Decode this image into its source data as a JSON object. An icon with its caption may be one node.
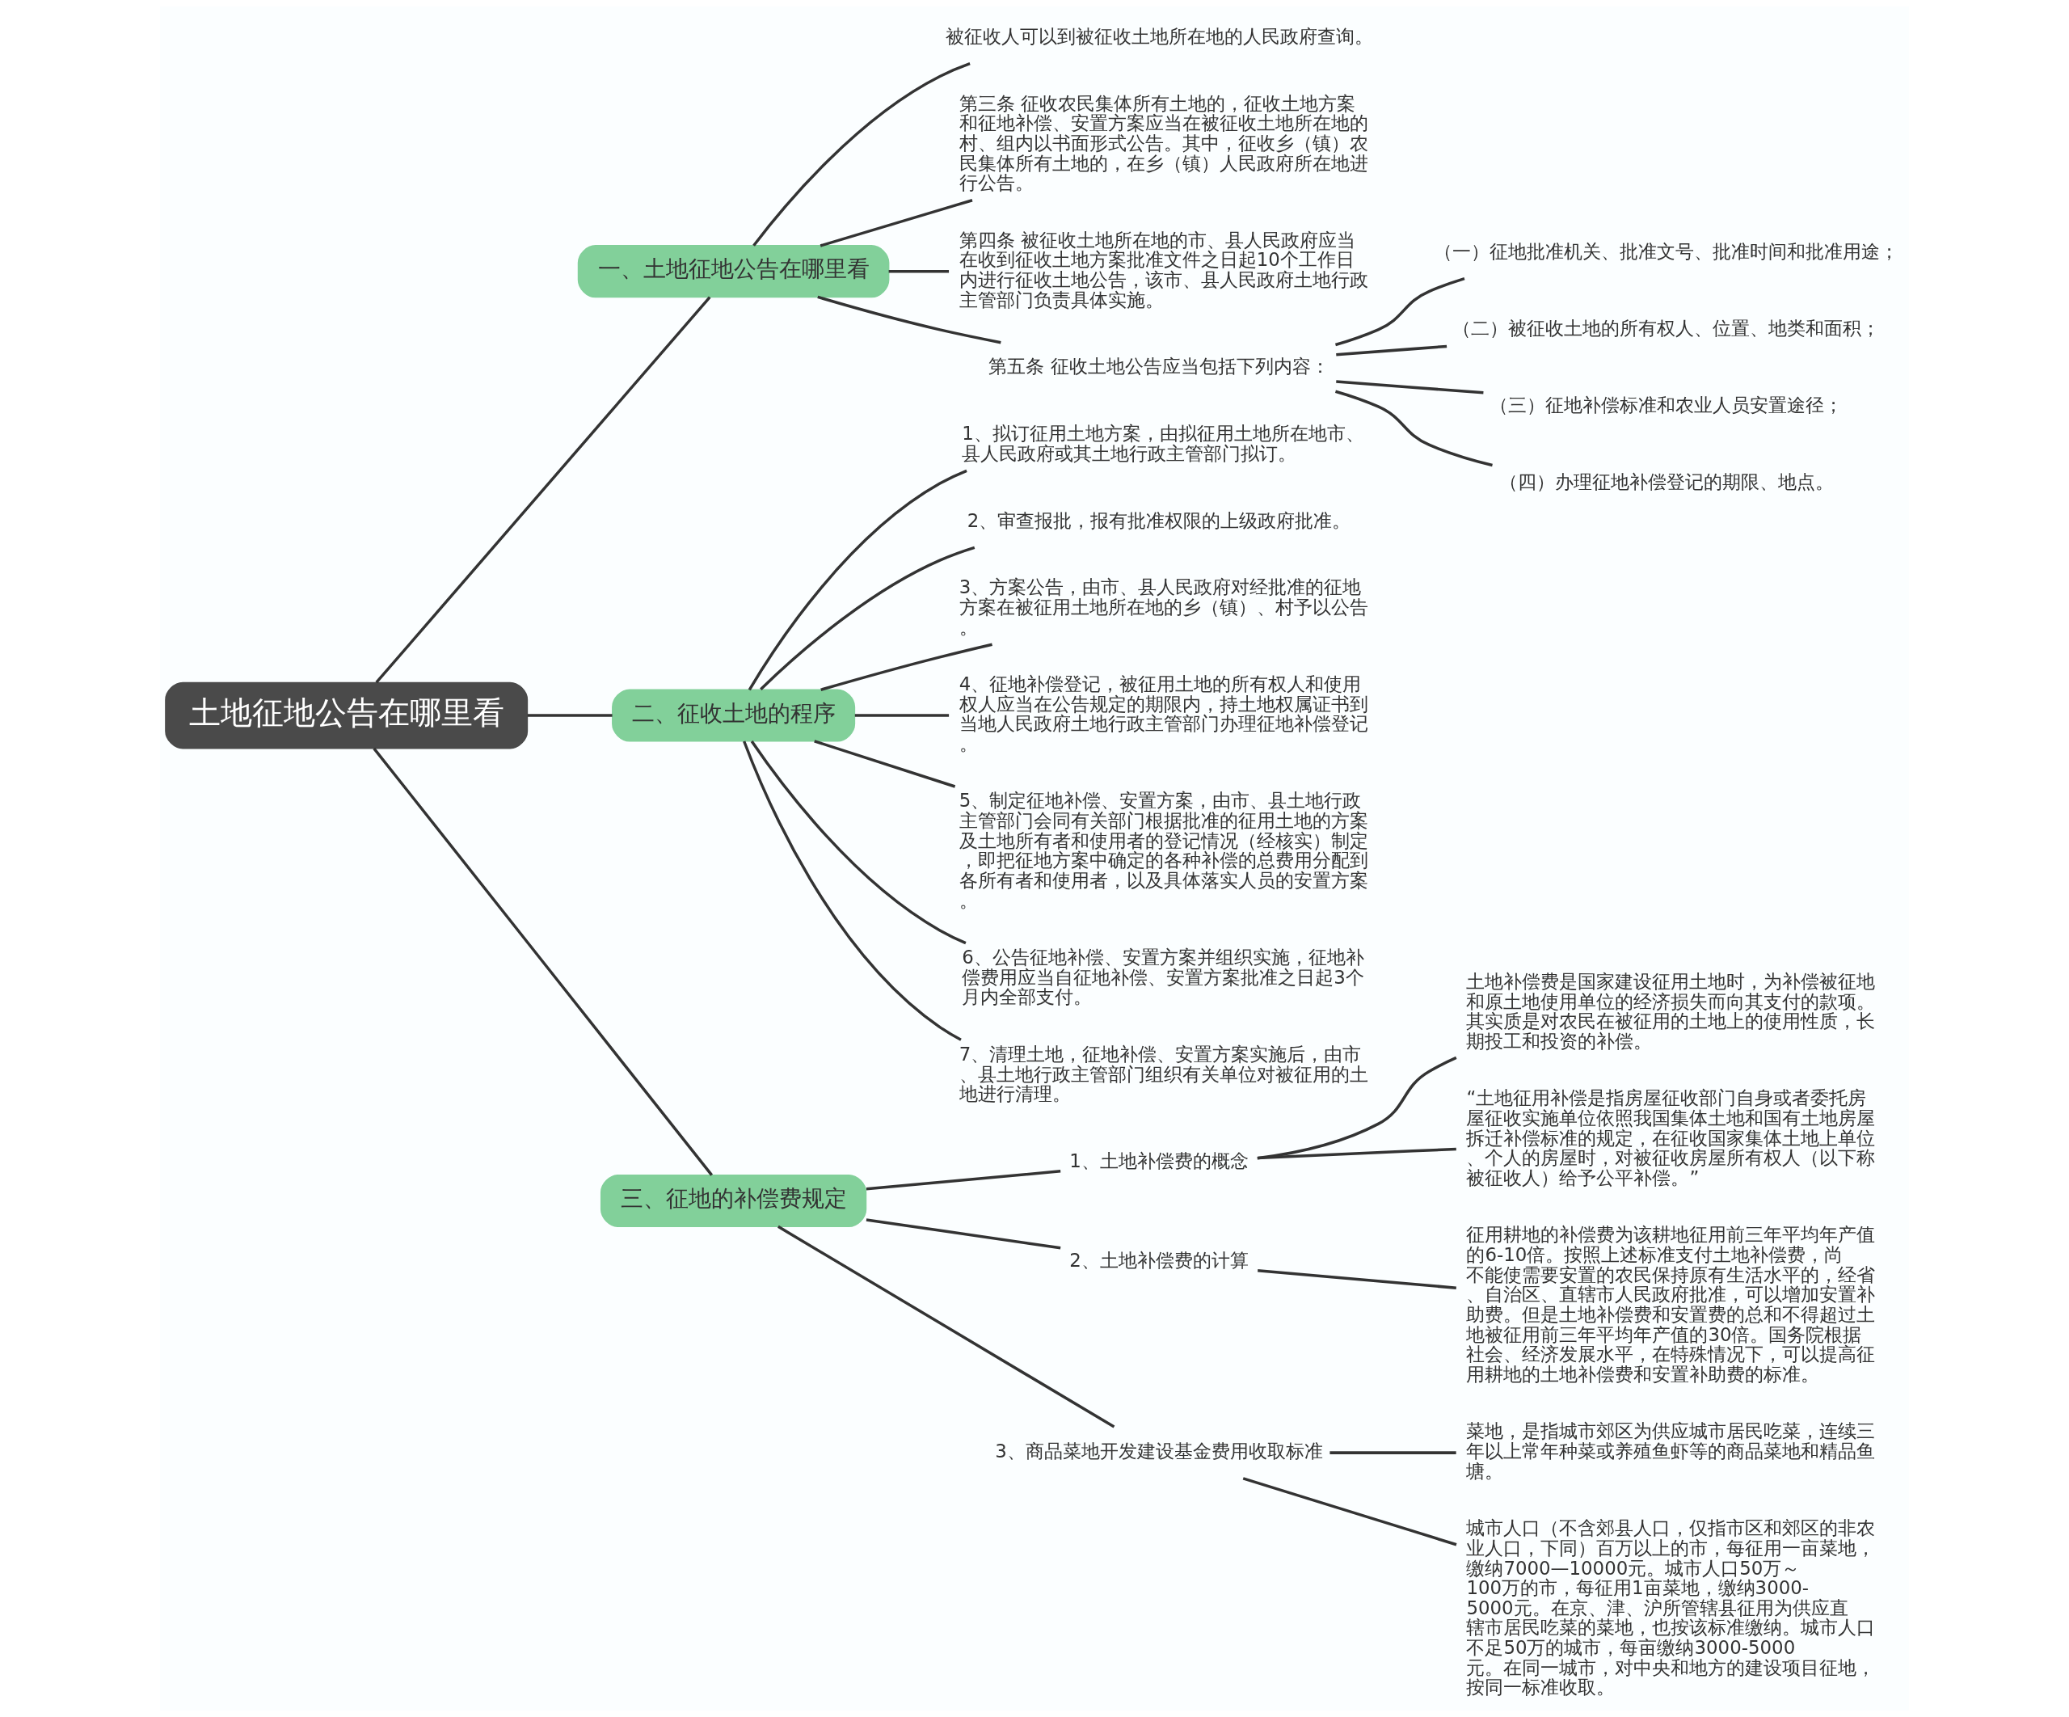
{
  "diagram": {
    "nodes": [
      {
        "text": [
          "土地征地公告在哪里看"
        ]
      },
      {
        "text": [
          "一、土地征地公告在哪里看"
        ]
      },
      {
        "text": [
          "被征收人可以到被征收土地所在地的人民政府查询。"
        ]
      },
      {
        "text": [
          "第三条 征收农民集体所有土地的，征收土地方案和征地补偿、安置方案应当在被征收土地所在地的村、组内以书面形式公告。其中，征收乡（镇）农民集体所有土地的，在乡（镇）人民政府所在地进行公告。"
        ]
      },
      {
        "text": [
          "第四条 被征收土地所在地的市、县人民政府应当在收到征收土地方案批准文件之日起10个工作日内进行征收土地公告，该市、县人民政府土地行政主管部门负责具体实施。"
        ]
      },
      {
        "text": [
          "第五条 征收土地公告应当包括下列内容："
        ]
      },
      {
        "text": [
          "（一）征地批准机关、批准文号、批准时间和批准用途；"
        ]
      },
      {
        "text": [
          "（二）被征收土地的所有权人、位置、地类和面积；"
        ]
      },
      {
        "text": [
          "（三）征地补偿标准和农业人员安置途径；"
        ]
      },
      {
        "text": [
          "（四）办理征地补偿登记的期限、地点。"
        ]
      },
      {
        "text": [
          "二、征收土地的程序"
        ]
      },
      {
        "text": [
          "1、拟订征用土地方案，由拟征用土地所在地市、县人民政府或其土地行政主管部门拟订。"
        ]
      },
      {
        "text": [
          "2、审查报批，报有批准权限的上级政府批准。"
        ]
      },
      {
        "text": [
          "3、方案公告，由市、县人民政府对经批准的征地方案在被征用土地所在地的乡（镇）、村予以公告。"
        ]
      },
      {
        "text": [
          "4、征地补偿登记，被征用土地的所有权人和使用权人应当在公告规定的期限内，持土地权属证书到当地人民政府土地行政主管部门办理征地补偿登记。"
        ]
      },
      {
        "text": [
          "5、制定征地补偿、安置方案，由市、县土地行政主管部门会同有关部门根据批准的征用土地的方案及土地所有者和使用者的登记情况（经核实）制定，即把征地方案中确定的各种补偿的总费用分配到各所有者和使用者，以及具体落实人员的安置方案。"
        ]
      },
      {
        "text": [
          "6、公告征地补偿、安置方案并组织实施，征地补偿费用应当自征地补偿、安置方案批准之日起3个月内全部支付。"
        ]
      },
      {
        "text": [
          "7、清理土地，征地补偿、安置方案实施后，由市、县土地行政主管部门组织有关单位对被征用的土地进行清理。"
        ]
      },
      {
        "text": [
          "三、征地的补偿费规定"
        ]
      },
      {
        "text": [
          "1、土地补偿费的概念"
        ]
      },
      {
        "text": [
          "土地补偿费是国家建设征用土地时，为补偿被征地和原土地使用单位的经济损失而向其支付的款项。其实质是对农民在被征用的土地上的使用性质，长期投工和投资的补偿。"
        ]
      },
      {
        "text": [
          "“土地征用补偿是指房屋征收部门自身或者委托房屋征收实施单位依照我国集体土地和国有土地房屋拆迁补偿标准的规定，在征收国家集体土地上单位、个人的房屋时，对被征收房屋所有权人（以下称被征收人）给予公平补偿。”"
        ]
      },
      {
        "text": [
          "2、土地补偿费的计算"
        ]
      },
      {
        "text": [
          "征用耕地的补偿费为该耕地征用前三年平均年产值的6-10倍。按照上述标准支付土地补偿费，尚不能使需要安置的农民保持原有生活水平的，经省、自治区、直辖市人民政府批准，可以增加安置补助费。但是土地补偿费和安置费的总和不得超过土地被征用前三年平均年产值的30倍。国务院根据社会、经济发展水平，在特殊情况下，可以提高征用耕地的土地补偿费和安置补助费的标准。"
        ]
      },
      {
        "text": [
          "3、商品菜地开发建设基金费用收取标准"
        ]
      },
      {
        "text": [
          "菜地，是指城市郊区为供应城市居民吃菜，连续三年以上常年种菜或养殖鱼虾等的商品菜地和精品鱼塘。"
        ]
      },
      {
        "text": [
          "城市人口（不含郊县人口，仅指市区和郊区的非农业人口，下同）百万以上的市，每征用一亩菜地，缴纳7000—10000元。城市人口50万～100万的市，每征用1亩菜地，缴纳3000-5000元。在京、津、沪所管辖县征用为供应直辖市居民吃菜的菜地，也按该标准缴纳。城市人口不足50万的城市，每亩缴纳3000-5000元。在同一城市，对中央和地方的建设项目征地，按同一标准收取。"
        ]
      }
    ],
    "edges": [
      {
        "from": 0,
        "to": 1,
        "arrow": "none"
      },
      {
        "from": 1,
        "to": 2,
        "arrow": "none"
      },
      {
        "from": 1,
        "to": 3,
        "arrow": "none"
      },
      {
        "from": 1,
        "to": 4,
        "arrow": "none"
      },
      {
        "from": 1,
        "to": 5,
        "arrow": "none"
      },
      {
        "from": 5,
        "to": 6,
        "arrow": "none"
      },
      {
        "from": 5,
        "to": 7,
        "arrow": "none"
      },
      {
        "from": 5,
        "to": 8,
        "arrow": "none"
      },
      {
        "from": 5,
        "to": 9,
        "arrow": "none"
      },
      {
        "from": 0,
        "to": 10,
        "arrow": "none"
      },
      {
        "from": 10,
        "to": 11,
        "arrow": "none"
      },
      {
        "from": 10,
        "to": 12,
        "arrow": "none"
      },
      {
        "from": 10,
        "to": 13,
        "arrow": "none"
      },
      {
        "from": 10,
        "to": 14,
        "arrow": "none"
      },
      {
        "from": 10,
        "to": 15,
        "arrow": "none"
      },
      {
        "from": 10,
        "to": 16,
        "arrow": "none"
      },
      {
        "from": 10,
        "to": 17,
        "arrow": "none"
      },
      {
        "from": 0,
        "to": 18,
        "arrow": "none"
      },
      {
        "from": 18,
        "to": 19,
        "arrow": "none"
      },
      {
        "from": 19,
        "to": 20,
        "arrow": "none"
      },
      {
        "from": 19,
        "to": 21,
        "arrow": "none"
      },
      {
        "from": 18,
        "to": 22,
        "arrow": "none"
      },
      {
        "from": 22,
        "to": 23,
        "arrow": "none"
      },
      {
        "from": 18,
        "to": 24,
        "arrow": "none"
      },
      {
        "from": 24,
        "to": 25,
        "arrow": "none"
      },
      {
        "from": 24,
        "to": 26,
        "arrow": "none"
      }
    ]
  }
}
